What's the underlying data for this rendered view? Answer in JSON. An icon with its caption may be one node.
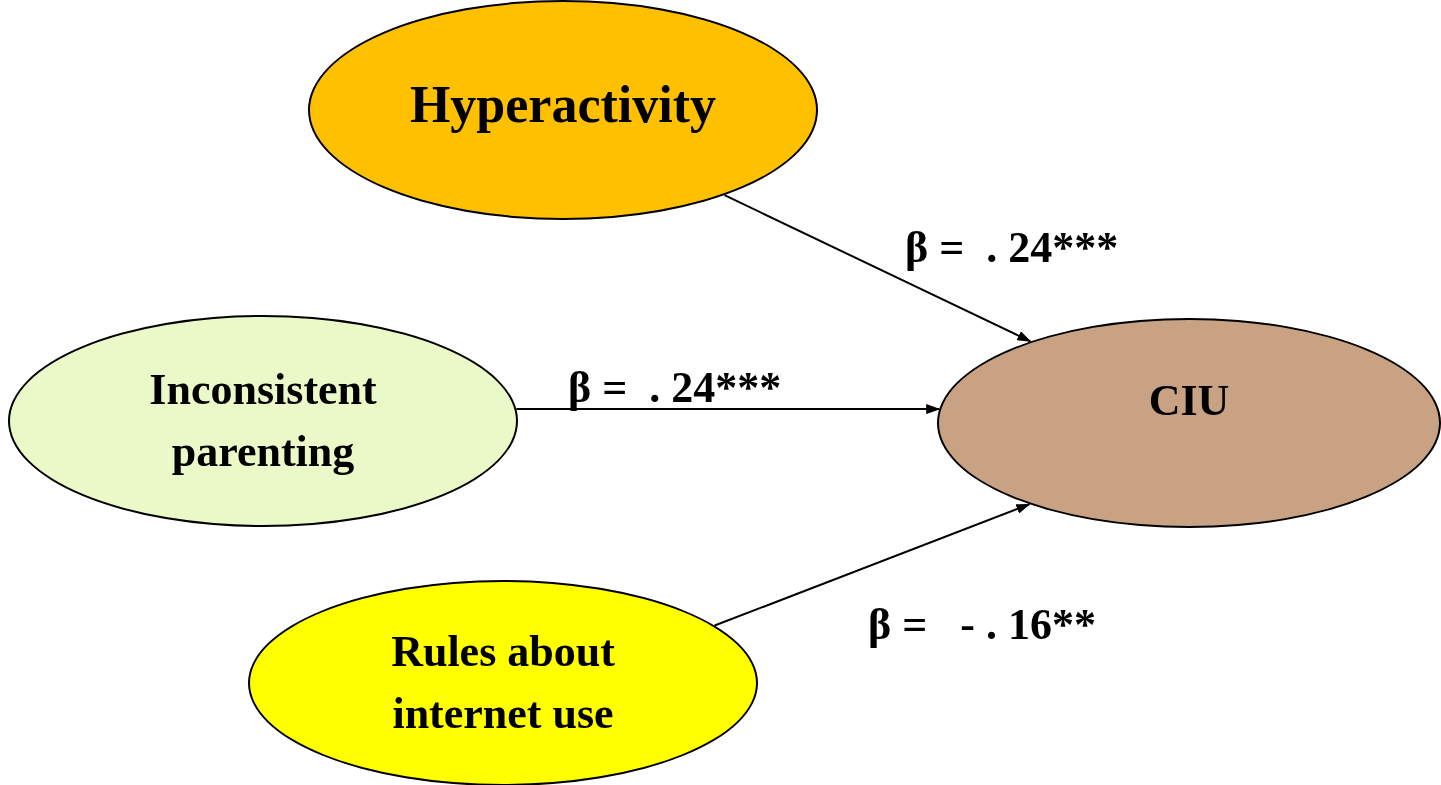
{
  "diagram": {
    "nodes": [
      {
        "text": [
          "Hyperactivity"
        ]
      },
      {
        "text": [
          "Inconsistent parenting"
        ]
      },
      {
        "text": [
          "CIU"
        ]
      },
      {
        "text": [
          "Rules about internet use"
        ]
      }
    ],
    "edges": [
      {
        "from": 0,
        "to": 2,
        "arrow": "to",
        "label": "β =  . 24***"
      },
      {
        "from": 1,
        "to": 2,
        "arrow": "to",
        "label": "β =  . 24***"
      },
      {
        "from": 3,
        "to": 2,
        "arrow": "to",
        "label": "β =   - . 16**"
      }
    ]
  }
}
